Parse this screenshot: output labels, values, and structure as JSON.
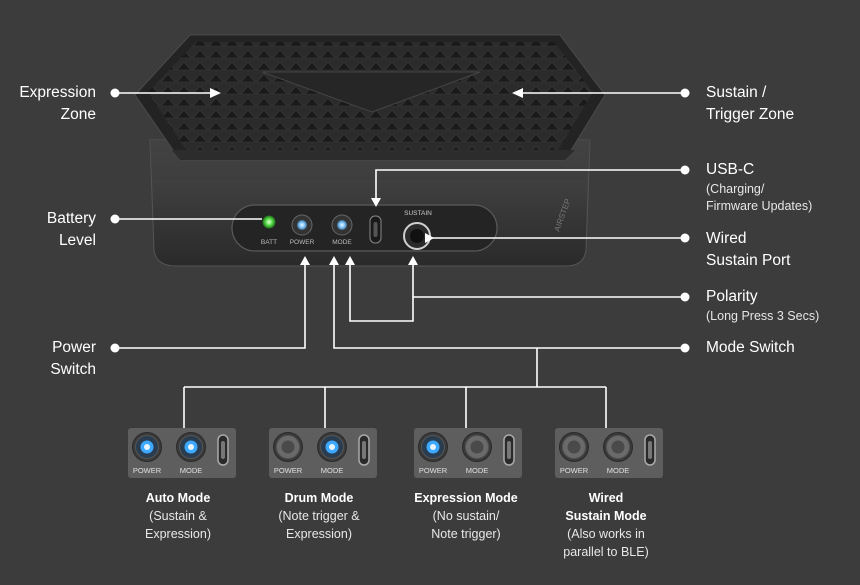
{
  "labels": {
    "expression_zone": [
      "Expression",
      "Zone"
    ],
    "sustain_zone": [
      "Sustain /",
      "Trigger Zone"
    ],
    "battery_level": [
      "Battery",
      "Level"
    ],
    "usb_c": "USB-C",
    "usb_c_sub": [
      "(Charging/",
      "Firmware Updates)"
    ],
    "wired_sustain_port": [
      "Wired",
      "Sustain Port"
    ],
    "polarity": "Polarity",
    "polarity_sub": "(Long Press 3 Secs)",
    "power_switch": [
      "Power",
      "Switch"
    ],
    "mode_switch": "Mode Switch"
  },
  "device": {
    "batt_label": "BATT",
    "power_label": "POWER",
    "mode_label": "MODE",
    "sustain_label": "SUSTAIN",
    "brand_text": "AIRSTEP",
    "batt_led_color": "#59e04a",
    "blue_led_color": "#8fd0ff"
  },
  "modes": [
    {
      "title": "Auto Mode",
      "desc": [
        "(Sustain &",
        "Expression)"
      ],
      "power_on": true,
      "mode_on": true
    },
    {
      "title": "Drum Mode",
      "desc": [
        "(Note trigger &",
        "Expression)"
      ],
      "power_on": false,
      "mode_on": true
    },
    {
      "title": "Expression Mode",
      "desc": [
        "(No sustain/",
        "Note trigger)"
      ],
      "power_on": true,
      "mode_on": false
    },
    {
      "title": "Wired",
      "title2": "Sustain Mode",
      "desc": [
        "(Also works in",
        "parallel to BLE)"
      ],
      "power_on": false,
      "mode_on": false
    }
  ],
  "panel": {
    "power_label": "POWER",
    "mode_label": "MODE"
  },
  "colors": {
    "background": "#3c3c3c",
    "line": "#ffffff",
    "led_blue": "#3da8ff"
  }
}
